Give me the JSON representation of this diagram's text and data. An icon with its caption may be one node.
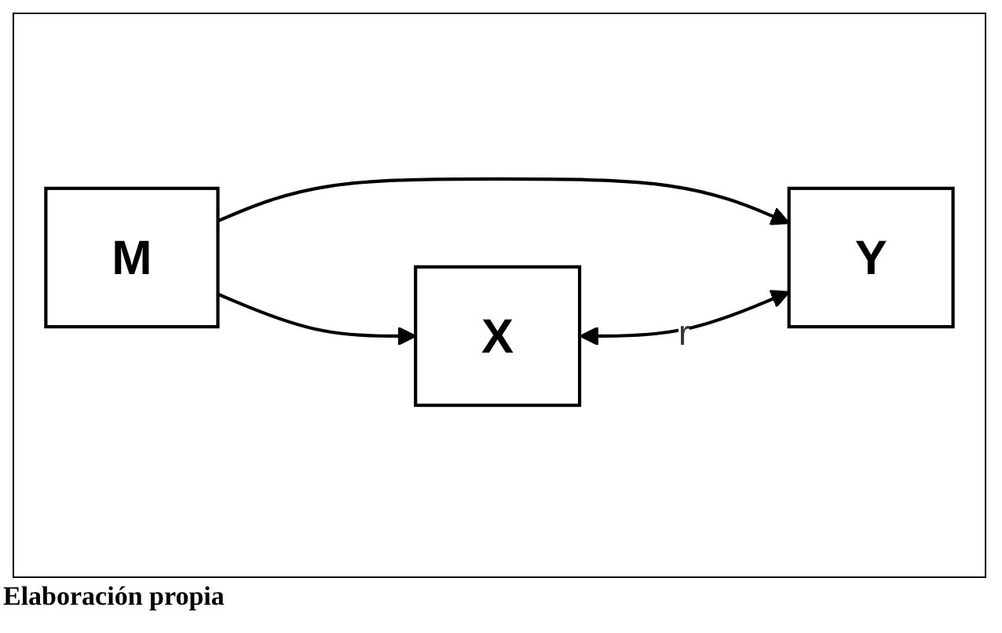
{
  "diagram": {
    "caption": "Elaboración propia",
    "nodes": [
      {
        "text": [
          "M"
        ]
      },
      {
        "text": [
          "X"
        ]
      },
      {
        "text": [
          "Y"
        ]
      }
    ],
    "edges": [
      {
        "from": 0,
        "to": 1,
        "arrow": "to"
      },
      {
        "from": 0,
        "to": 2,
        "arrow": "to"
      },
      {
        "from": 1,
        "to": 2,
        "arrow": "both",
        "label": "r"
      }
    ]
  }
}
